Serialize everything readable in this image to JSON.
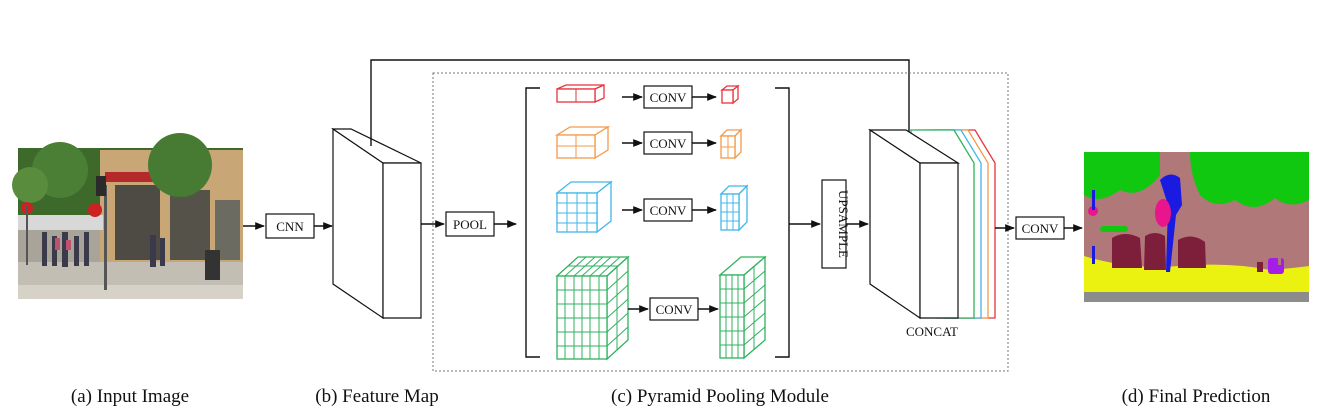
{
  "captions": {
    "input": "(a) Input Image",
    "feature": "(b) Feature Map",
    "pyramid": "(c) Pyramid Pooling Module",
    "prediction": "(d) Final Prediction"
  },
  "labels": {
    "cnn": "CNN",
    "pool": "POOL",
    "conv": "CONV",
    "upsample": "UPSAMPLE",
    "concat": "CONCAT"
  },
  "colors": {
    "red": "#e8333c",
    "orange": "#f39a4a",
    "cyan": "#41b7e8",
    "green": "#2fb25e",
    "seg_green": "#11c811",
    "seg_mauve": "#b07878",
    "seg_yellow": "#ecf20f",
    "seg_maroon": "#7d1f3a",
    "seg_blue": "#1a1ae0",
    "seg_magenta": "#e9158c",
    "seg_purple": "#a51ee8",
    "seg_gray": "#8c8c8c"
  }
}
